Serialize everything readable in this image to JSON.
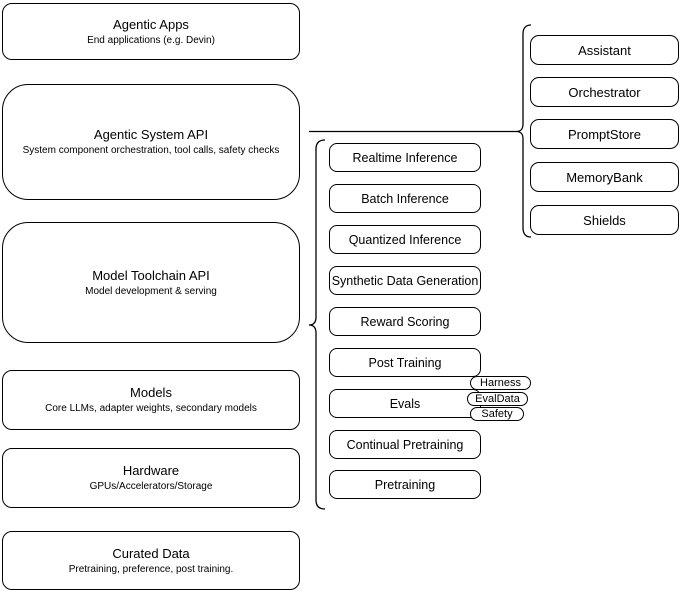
{
  "left_column": [
    {
      "title": "Agentic Apps",
      "subtitle": "End applications (e.g. Devin)"
    },
    {
      "title": "Agentic System API",
      "subtitle": "System component orchestration, tool calls, safety checks"
    },
    {
      "title": "Model Toolchain API",
      "subtitle": "Model development & serving"
    },
    {
      "title": "Models",
      "subtitle": "Core LLMs, adapter weights, secondary models"
    },
    {
      "title": "Hardware",
      "subtitle": "GPUs/Accelerators/Storage"
    },
    {
      "title": "Curated Data",
      "subtitle": "Pretraining, preference, post training."
    }
  ],
  "toolchain_items": [
    "Realtime Inference",
    "Batch Inference",
    "Quantized Inference",
    "Synthetic Data Generation",
    "Reward Scoring",
    "Post Training",
    "Evals",
    "Continual Pretraining",
    "Pretraining"
  ],
  "eval_tags": [
    "Harness",
    "EvalData",
    "Safety"
  ],
  "system_components": [
    "Assistant",
    "Orchestrator",
    "PromptStore",
    "MemoryBank",
    "Shields"
  ],
  "colors": {
    "stroke": "#000000",
    "fill": "#ffffff"
  }
}
